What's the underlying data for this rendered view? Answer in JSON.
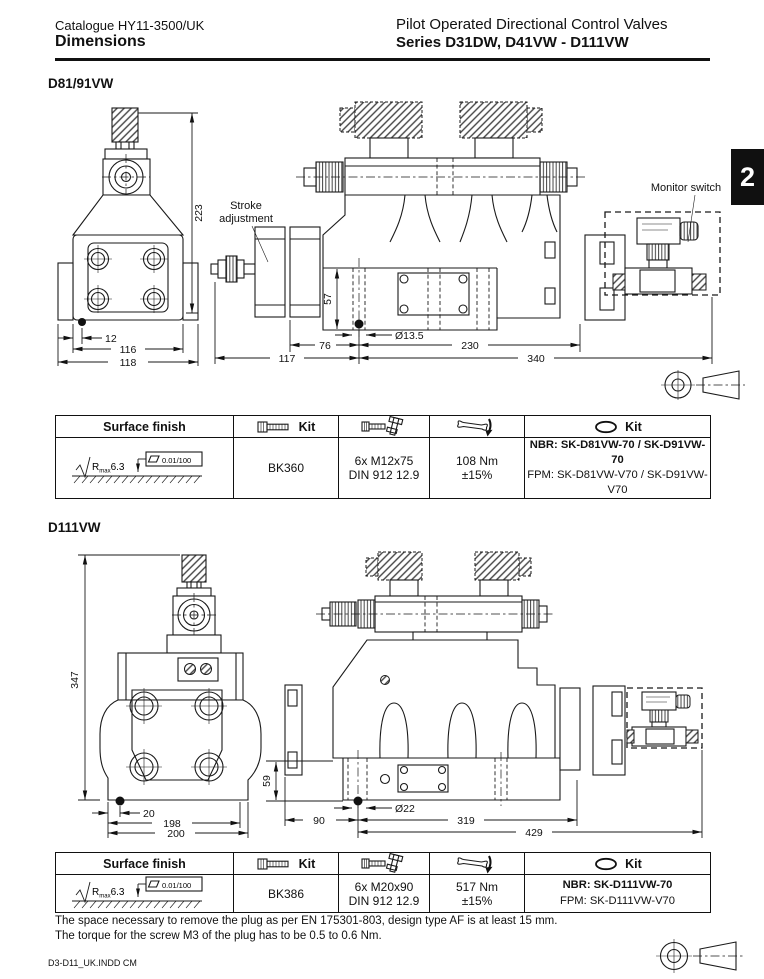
{
  "header": {
    "catalogue": "Catalogue HY11-3500/UK",
    "dimensions": "Dimensions",
    "title": "Pilot Operated Directional Control Valves",
    "series": "Series D31DW, D41VW - D111VW"
  },
  "tab": {
    "label": "2"
  },
  "fig1": {
    "label": "D81/91VW",
    "stroke1": "Stroke",
    "stroke2": "adjustment",
    "monitor": "Monitor switch",
    "d223": "223",
    "d12": "12",
    "d116": "116",
    "d118": "118",
    "d57": "57",
    "d135": "Ø13.5",
    "d76": "76",
    "d230": "230",
    "d117": "117",
    "d340": "340"
  },
  "fig2": {
    "label": "D111VW",
    "d347": "347",
    "d20": "20",
    "d198": "198",
    "d200": "200",
    "d59": "59",
    "d22": "Ø22",
    "d90": "90",
    "d319": "319",
    "d429": "429"
  },
  "table1": {
    "th_surface": "Surface finish",
    "th_kit": "Kit",
    "th_kit2": "Kit",
    "r_prefix": "R",
    "r_sub": "max",
    "r_val": "6.3",
    "flat": "0.01/100",
    "kit_value": "BK360",
    "screws1": "6x M12x75",
    "screws2": "DIN 912 12.9",
    "torque1": "108 Nm",
    "torque2": "±15%",
    "seal1": "NBR: SK-D81VW-70 / SK-D91VW-70",
    "seal2": "FPM: SK-D81VW-V70 / SK-D91VW-V70"
  },
  "table2": {
    "th_surface": "Surface finish",
    "th_kit": "Kit",
    "th_kit2": "Kit",
    "r_prefix": "R",
    "r_sub": "max",
    "r_val": "6.3",
    "flat": "0.01/100",
    "kit_value": "BK386",
    "screws1": "6x M20x90",
    "screws2": "DIN 912 12.9",
    "torque1": "517 Nm",
    "torque2": "±15%",
    "seal1": "NBR: SK-D111VW-70",
    "seal2": "FPM: SK-D111VW-V70"
  },
  "notes": {
    "line1": "The space necessary to remove the plug as per EN 175301-803, design type AF is at least 15 mm.",
    "line2": "The torque for the screw M3 of the plug has to be 0.5 to 0.6 Nm."
  },
  "footer": {
    "text": "D3-D11_UK.INDD CM"
  }
}
